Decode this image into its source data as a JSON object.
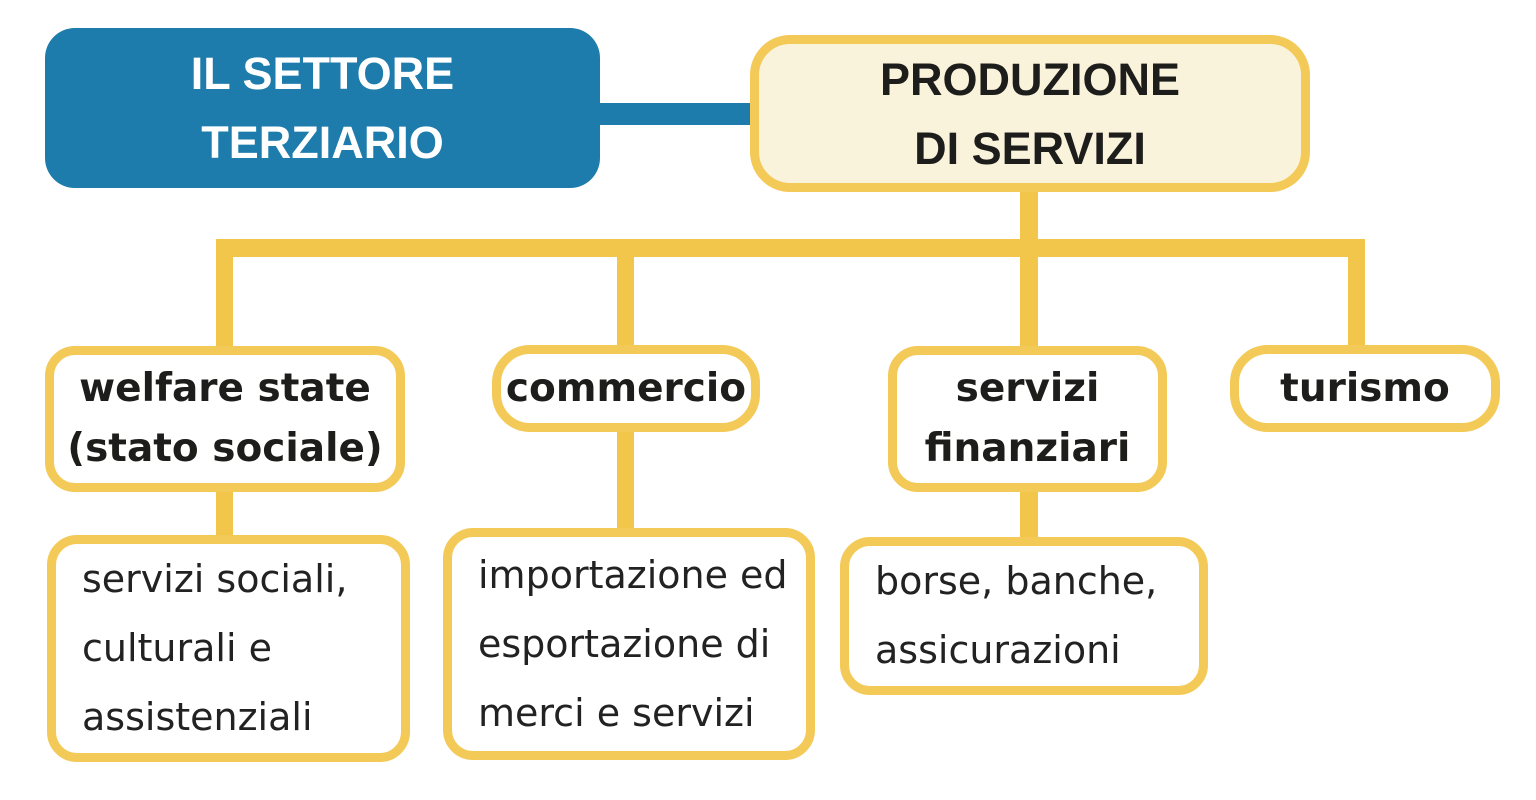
{
  "palette": {
    "blue": "#1d7cab",
    "yellow": "#f2c64b",
    "border_yellow": "#f3ca58",
    "cream": "#faf3dc",
    "ink": "#1d1d1b",
    "paper": "#ffffff"
  },
  "root": {
    "line1": "IL SETTORE",
    "line2": "TERZIARIO"
  },
  "production": {
    "line1": "PRODUZIONE",
    "line2": "DI SERVIZI"
  },
  "branches": [
    {
      "id": "welfare-state",
      "label_lines": [
        "welfare state",
        "(stato sociale)"
      ],
      "detail_lines": [
        "servizi sociali,",
        "culturali e",
        "assistenziali"
      ]
    },
    {
      "id": "commercio",
      "label_lines": [
        "commercio"
      ],
      "detail_lines": [
        "importazione ed",
        "esportazione di",
        "merci e servizi"
      ]
    },
    {
      "id": "servizi-finanziari",
      "label_lines": [
        "servizi",
        "finanziari"
      ],
      "detail_lines": [
        "borse, banche,",
        "assicurazioni"
      ]
    },
    {
      "id": "turismo",
      "label_lines": [
        "turismo"
      ],
      "detail_lines": []
    }
  ]
}
